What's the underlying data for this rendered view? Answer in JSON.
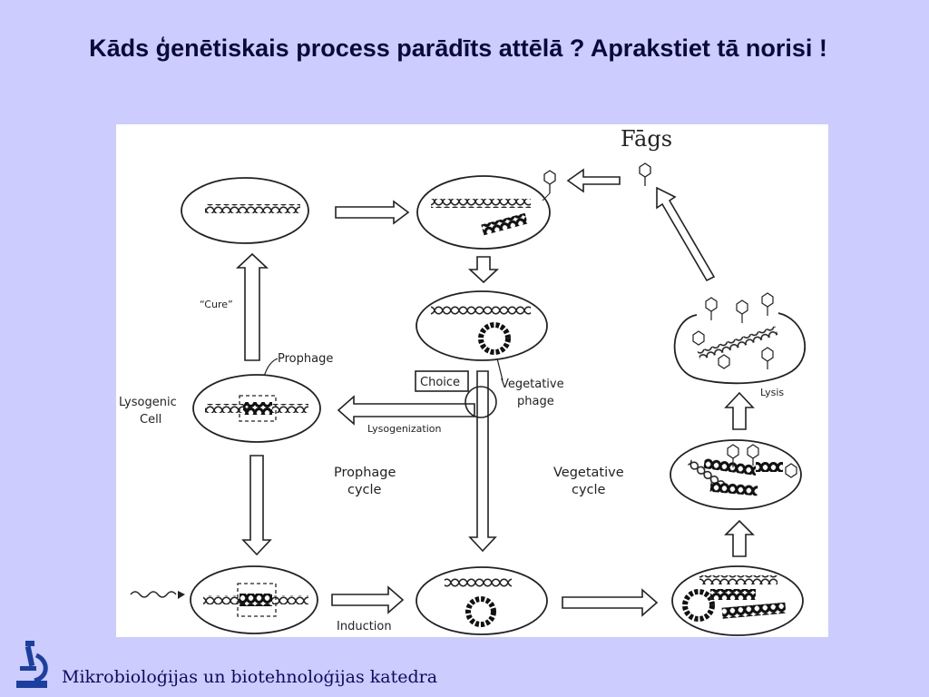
{
  "slide": {
    "title": "Kāds ģenētiskais process parādīts attēlā ? Aprakstiet tā norisi !",
    "footer": "Mikrobioloģijas un biotehnoloģijas katedra"
  },
  "diagram": {
    "fags_label": "Fāgs",
    "cure_label": "“Cure”",
    "prophage_label": "Prophage",
    "lysogenic_cell_label_1": "Lysogenic",
    "lysogenic_cell_label_2": "Cell",
    "choice_label": "Choice",
    "vegetative_phage_label_1": "Vegetative",
    "vegetative_phage_label_2": "phage",
    "lysogenization_label": "Lysogenization",
    "prophage_cycle_label_1": "Prophage",
    "prophage_cycle_label_2": "cycle",
    "vegetative_cycle_label_1": "Vegetative",
    "vegetative_cycle_label_2": "cycle",
    "lysis_label": "Lysis",
    "induction_label": "Induction"
  },
  "colors": {
    "background": "#ccccff",
    "title": "#0a0a3a",
    "footer": "#0a0a66",
    "diagram_bg": "#ffffff"
  },
  "icons": [
    "microscope-icon"
  ]
}
